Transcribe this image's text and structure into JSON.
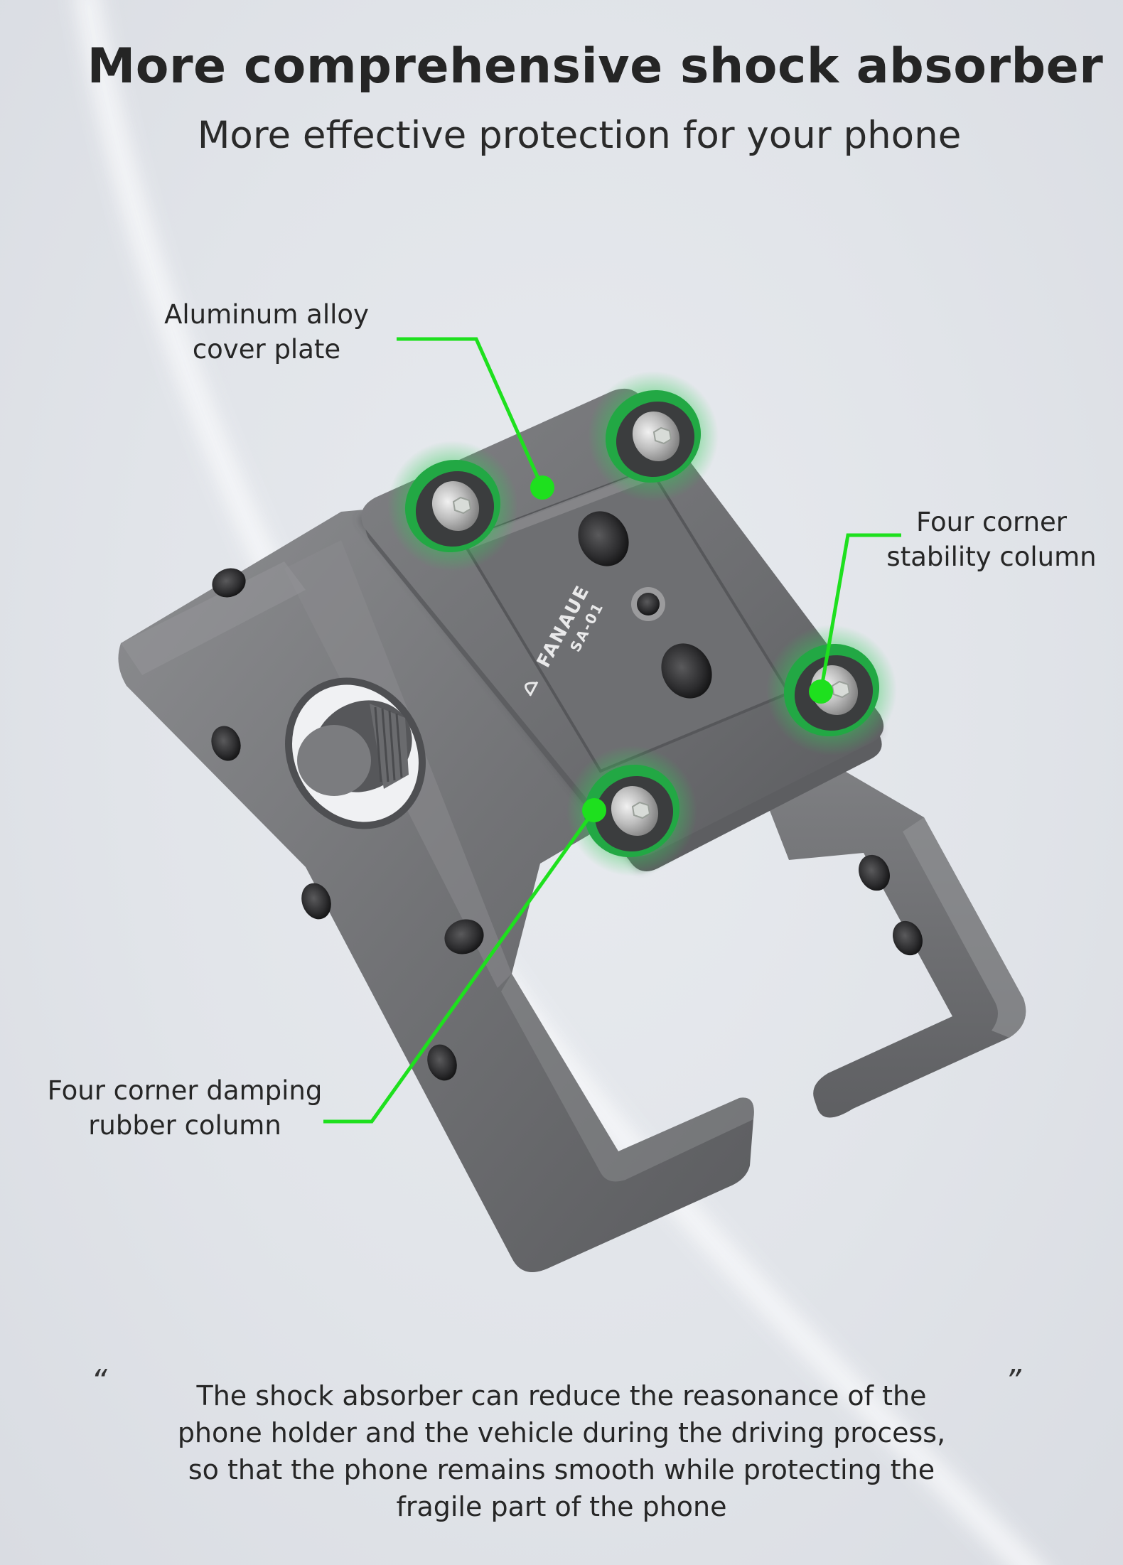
{
  "header": {
    "title": "More comprehensive shock absorber",
    "subtitle": "More effective protection for your phone"
  },
  "callouts": {
    "aluminum": {
      "line1": "Aluminum alloy",
      "line2": "cover plate"
    },
    "stability": {
      "line1": "Four corner",
      "line2": "stability column"
    },
    "damping": {
      "line1": "Four corner damping",
      "line2": "rubber column"
    }
  },
  "product": {
    "brand": "FANAUE",
    "model": "SA-01",
    "logo_icon": "fanaue-logo-icon"
  },
  "quote": {
    "open_mark": "“",
    "close_mark": "”",
    "lines": [
      "The shock absorber can reduce the reasonance of the",
      "phone holder and the vehicle during the driving process,",
      "so that the phone remains smooth while protecting the",
      "fragile part of the phone"
    ]
  },
  "colors": {
    "background": "#e2e5ea",
    "text": "#262626",
    "annotation_green": "#1ee01e",
    "rubber_green": "#22a844",
    "metal": "#77787b"
  }
}
